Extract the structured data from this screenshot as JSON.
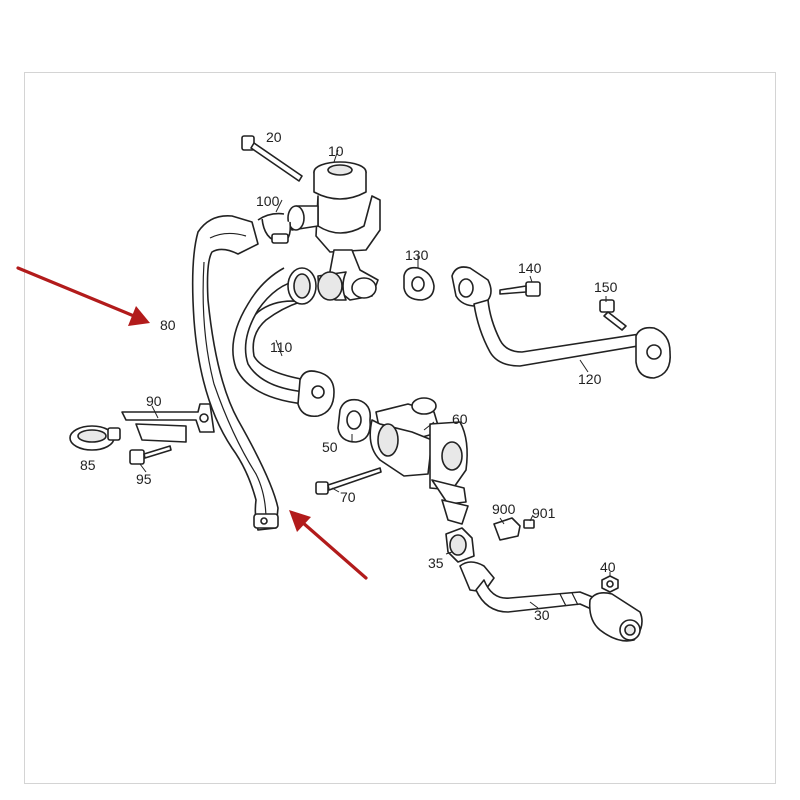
{
  "callouts": {
    "p10": "10",
    "p20": "20",
    "p30": "30",
    "p35": "35",
    "p40": "40",
    "p50": "50",
    "p60": "60",
    "p70": "70",
    "p80": "80",
    "p85": "85",
    "p90": "90",
    "p95": "95",
    "p100": "100",
    "p110": "110",
    "p120": "120",
    "p130": "130",
    "p140": "140",
    "p150": "150",
    "p900": "900",
    "p901": "901"
  },
  "colors": {
    "arrow": "#b21b1b",
    "line": "#222222",
    "background": "#ffffff"
  }
}
